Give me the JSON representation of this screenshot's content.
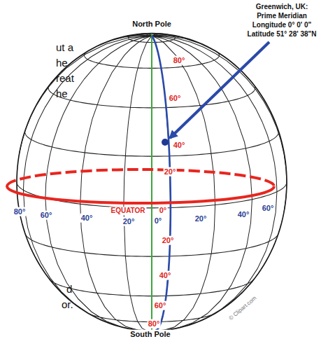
{
  "diagram": {
    "labels": [
      "North Pole",
      "South Pole",
      "Greenwich, UK:",
      "Prime Meridian",
      "Longitude 0° 0' 0\"",
      "Latitude 51° 28' 38\"N",
      "80°",
      "60°",
      "40°",
      "20°",
      "0°",
      "20°",
      "40°",
      "60°",
      "80°",
      "EQUATOR",
      "80°",
      "60°",
      "40°",
      "20°",
      "0°",
      "20°",
      "40°",
      "60°",
      "© Clipart.com",
      "ut a",
      "he",
      "reat",
      "he",
      "d",
      "or."
    ]
  }
}
